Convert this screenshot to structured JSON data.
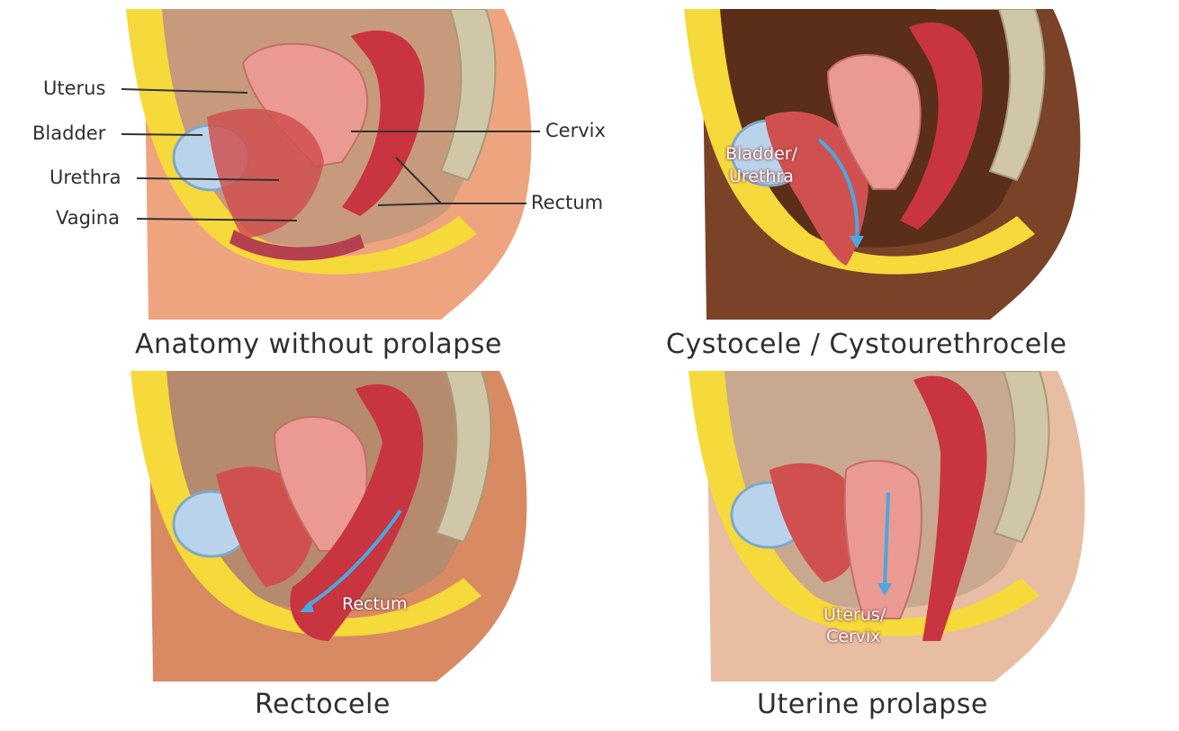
{
  "panels": [
    {
      "caption": "Anatomy without prolapse",
      "skin": "#eea47f",
      "labels": {
        "uterus": "Uterus",
        "bladder": "Bladder",
        "urethra": "Urethra",
        "vagina": "Vagina",
        "cervix": "Cervix",
        "rectum": "Rectum"
      }
    },
    {
      "caption": "Cystocele / Cystourethrocele",
      "skin": "#7a4226",
      "labels": {
        "line1": "Bladder/",
        "line2": "Urethra"
      }
    },
    {
      "caption": "Rectocele",
      "skin": "#d88a63",
      "labels": {
        "line1": "Rectum"
      }
    },
    {
      "caption": "Uterine prolapse",
      "skin": "#e8bda2",
      "labels": {
        "line1": "Uterus/",
        "line2": "Cervix"
      }
    }
  ],
  "colors": {
    "arrow": "#4aa8e0",
    "fat": "#f6d93a",
    "organ_pink": "#ea9a93",
    "muscle_red": "#c8343f",
    "bladder_blue": "#b9d4ea",
    "spine": "#cfc7a8"
  }
}
